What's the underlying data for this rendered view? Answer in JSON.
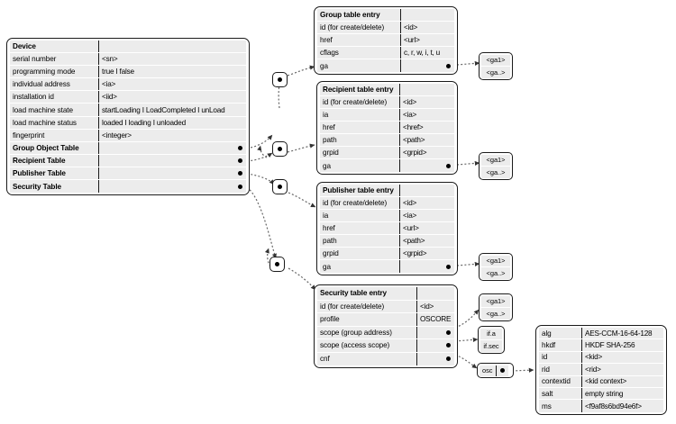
{
  "diagram": {
    "title": "Device resource model with group, recipient, publisher and security table entries",
    "style": {
      "box_border": "#1a1a1a",
      "cell_fill": "#ececec",
      "background": "#ffffff",
      "link": "#555555"
    }
  },
  "device_table": {
    "name": "Device",
    "rows": [
      {
        "key": "Device",
        "value": "",
        "header": true
      },
      {
        "key": "serial number",
        "value": "<sn>"
      },
      {
        "key": "programming mode",
        "value": "true I false"
      },
      {
        "key": "individual address",
        "value": "<ia>"
      },
      {
        "key": "installation id",
        "value": "<iid>"
      },
      {
        "key": "load machine state",
        "value": "startLoading I LoadCompleted I unLoad"
      },
      {
        "key": "load machine status",
        "value": "loaded I loading I unloaded"
      },
      {
        "key": "fingerprint",
        "value": "<integer>"
      },
      {
        "key": "Group Object Table",
        "value": "",
        "dot": true,
        "bold": true
      },
      {
        "key": "Recipient Table",
        "value": "",
        "dot": true,
        "bold": true
      },
      {
        "key": "Publisher Table",
        "value": "",
        "dot": true,
        "bold": true
      },
      {
        "key": "Security Table",
        "value": "",
        "dot": true,
        "bold": true
      }
    ]
  },
  "group_table": {
    "name": "Group table entry",
    "rows": [
      {
        "key": "Group table entry",
        "value": "",
        "header": true
      },
      {
        "key": "id (for create/delete)",
        "value": "<id>"
      },
      {
        "key": "href",
        "value": "<url>"
      },
      {
        "key": "cflags",
        "value": "c, r, w, i, t, u"
      },
      {
        "key": "ga",
        "value": "",
        "dot": true
      }
    ]
  },
  "recipient_table": {
    "name": "Recipient table entry",
    "rows": [
      {
        "key": "Recipient table entry",
        "value": "",
        "header": true
      },
      {
        "key": "id (for create/delete)",
        "value": "<id>"
      },
      {
        "key": "ia",
        "value": "<ia>"
      },
      {
        "key": "href",
        "value": "<href>"
      },
      {
        "key": "path",
        "value": "<path>"
      },
      {
        "key": "grpid",
        "value": "<grpid>"
      },
      {
        "key": "ga",
        "value": "",
        "dot": true
      }
    ]
  },
  "publisher_table": {
    "name": "Publisher table entry",
    "rows": [
      {
        "key": "Publisher table entry",
        "value": "",
        "header": true
      },
      {
        "key": "id (for create/delete)",
        "value": "<id>"
      },
      {
        "key": "ia",
        "value": "<ia>"
      },
      {
        "key": "href",
        "value": "<url>"
      },
      {
        "key": "path",
        "value": "<path>"
      },
      {
        "key": "grpid",
        "value": "<grpid>"
      },
      {
        "key": "ga",
        "value": "",
        "dot": true
      }
    ]
  },
  "security_table": {
    "name": "Security table entry",
    "rows": [
      {
        "key": "Security table entry",
        "value": "",
        "header": true
      },
      {
        "key": "id (for create/delete)",
        "value": "<id>"
      },
      {
        "key": "profile",
        "value": "OSCORE"
      },
      {
        "key": "scope (group address)",
        "value": "",
        "dot": true
      },
      {
        "key": "scope (access scope)",
        "value": "",
        "dot": true
      },
      {
        "key": "cnf",
        "value": "",
        "dot": true
      }
    ]
  },
  "oscore_table": {
    "name": "OSCORE context",
    "rows": [
      {
        "key": "alg",
        "value": "AES-CCM-16-64-128"
      },
      {
        "key": "hkdf",
        "value": "HKDF SHA-256"
      },
      {
        "key": "id",
        "value": "<kid>"
      },
      {
        "key": "rid",
        "value": "<rid>"
      },
      {
        "key": "contextid",
        "value": "<kid context>"
      },
      {
        "key": "salt",
        "value": "empty string"
      },
      {
        "key": "ms",
        "value": "<f9af8s6bd94e6f>"
      }
    ]
  },
  "mini_boxes": {
    "ga_group": {
      "name": "ga-list-group",
      "lines": [
        "<ga1>",
        "<ga..>"
      ]
    },
    "ga_recipient": {
      "name": "ga-list-recipient",
      "lines": [
        "<ga1>",
        "<ga..>"
      ]
    },
    "ga_publisher": {
      "name": "ga-list-publisher",
      "lines": [
        "<ga1>",
        "<ga..>"
      ]
    },
    "ga_security": {
      "name": "ga-list-security",
      "lines": [
        "<ga1>",
        "<ga..>"
      ]
    },
    "scope_access": {
      "name": "access-scope-list",
      "lines": [
        "if.a",
        "if.sec"
      ]
    },
    "osc": {
      "name": "osc-reference",
      "label": "osc"
    }
  },
  "connector_nodes": [
    {
      "name": "connector-group-object-table"
    },
    {
      "name": "connector-recipient-table"
    },
    {
      "name": "connector-publisher-table"
    },
    {
      "name": "connector-security-table"
    }
  ]
}
